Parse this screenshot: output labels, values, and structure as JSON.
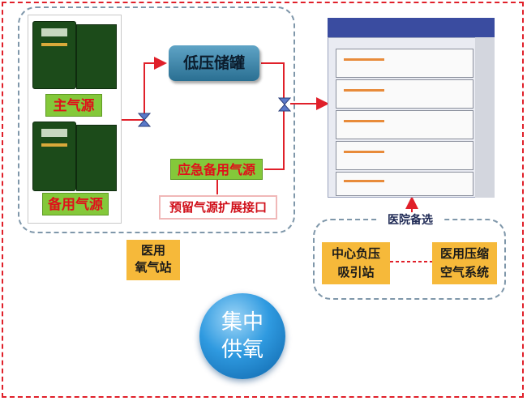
{
  "supply": {
    "main_label": "主气源",
    "backup_label": "备用气源"
  },
  "tank": {
    "label": "低压储罐"
  },
  "emergency": {
    "label": "应急备用气源"
  },
  "reserved": {
    "label": "预留气源扩展接口"
  },
  "station": {
    "line1": "医用",
    "line2": "氧气站"
  },
  "hospital": {
    "section_label": "医院备选",
    "vacuum": {
      "line1": "中心负压",
      "line2": "吸引站"
    },
    "compressed_air": {
      "line1": "医用压缩",
      "line2": "空气系统"
    }
  },
  "badge": {
    "line1": "集中",
    "line2": "供氧"
  },
  "colors": {
    "pipe": "#e0202a",
    "tank": "#3b86ad",
    "label_green": "#84c83a",
    "label_orange": "#f6b93a",
    "badge_blue": "#1f8fd8",
    "frame": "#e0202a",
    "group_border": "#7f97aa"
  }
}
